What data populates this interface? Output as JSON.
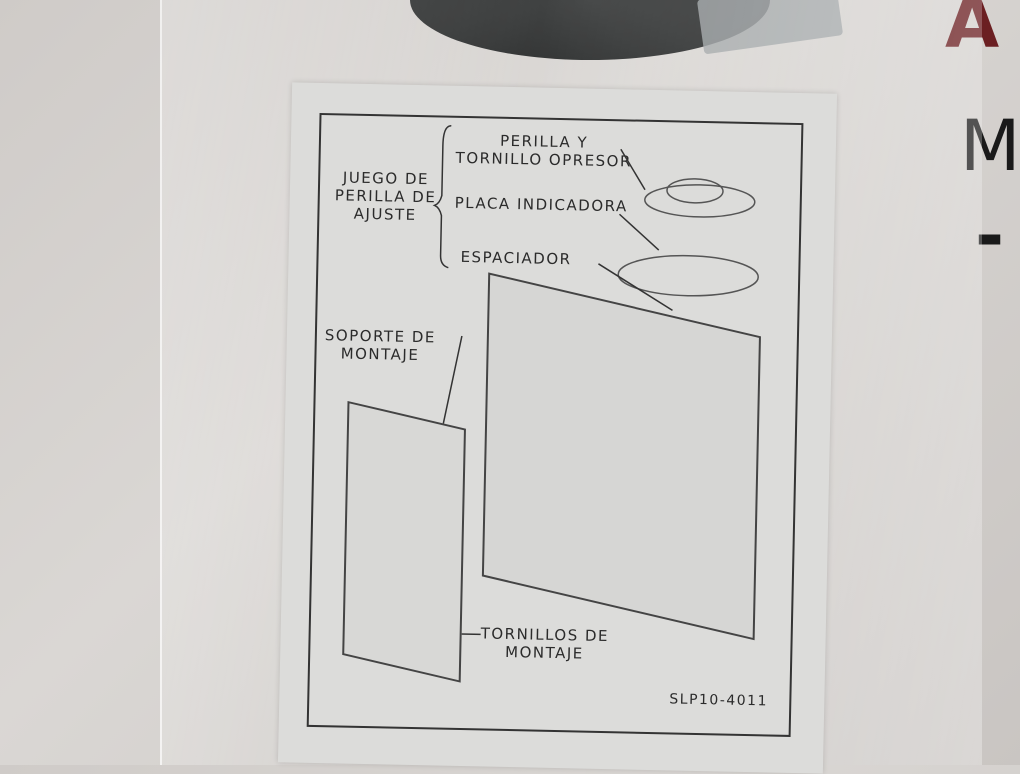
{
  "scene": {
    "description": "Photo of a clear plastic bag containing an instruction sheet for an adjustment knob kit",
    "colors": {
      "background": "#d2cecb",
      "sheet": "#dcdcda",
      "ink": "#2b2b2b",
      "knob": "#2a2c2c",
      "accent_red": "#6b1f22"
    }
  },
  "sheet": {
    "group_label": "JUEGO DE\nPERILLA DE\nAJUSTE",
    "parts": [
      {
        "label": "PERILLA Y\nTORNILLO OPRESOR"
      },
      {
        "label": "PLACA INDICADORA"
      },
      {
        "label": "ESPACIADOR"
      }
    ],
    "bracket_label": "SOPORTE DE\nMONTAJE",
    "screws_label": "TORNILLOS DE\nMONTAJE",
    "part_number": "SLP10-4011"
  },
  "background_text": {
    "letters": [
      "A",
      "M",
      "-"
    ]
  }
}
